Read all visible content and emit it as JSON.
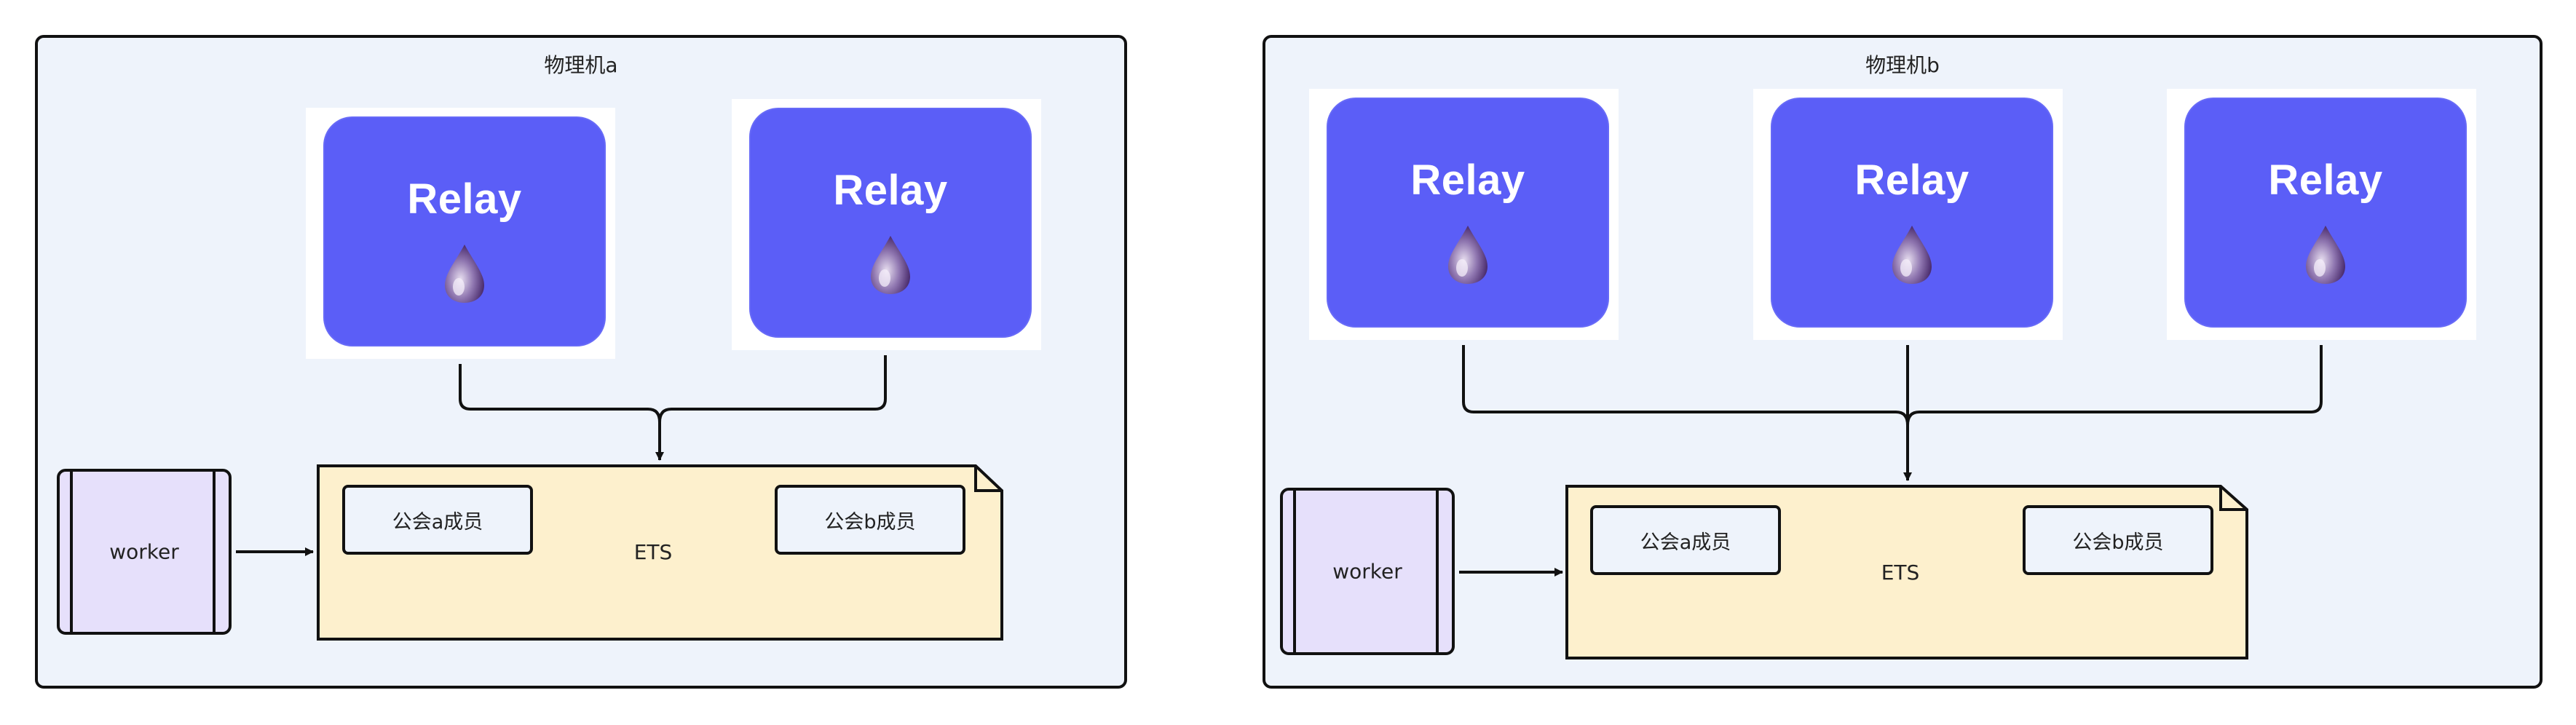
{
  "diagram": {
    "machines": [
      {
        "title": "物理机a",
        "relays": [
          {
            "label": "Relay",
            "icon": "elixir-drop-icon"
          },
          {
            "label": "Relay",
            "icon": "elixir-drop-icon"
          }
        ],
        "worker": "worker",
        "ets": {
          "label": "ETS",
          "members": [
            "公会a成员",
            "公会b成员"
          ]
        }
      },
      {
        "title": "物理机b",
        "relays": [
          {
            "label": "Relay",
            "icon": "elixir-drop-icon"
          },
          {
            "label": "Relay",
            "icon": "elixir-drop-icon"
          },
          {
            "label": "Relay",
            "icon": "elixir-drop-icon"
          }
        ],
        "worker": "worker",
        "ets": {
          "label": "ETS",
          "members": [
            "公会a成员",
            "公会b成员"
          ]
        }
      }
    ],
    "colors": {
      "machine_bg": "#eef3fb",
      "relay_card": "#5b5ef7",
      "worker_bg": "#e6e0fb",
      "ets_bg": "#fdf0cd",
      "stroke": "#111111"
    }
  }
}
